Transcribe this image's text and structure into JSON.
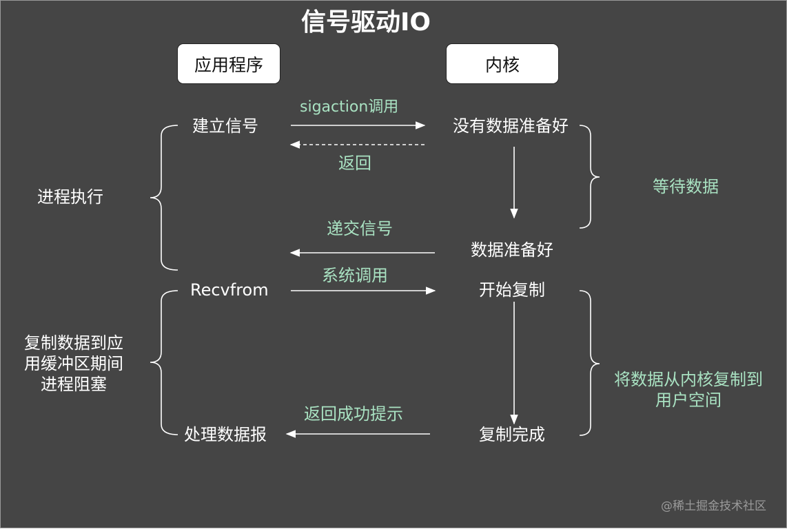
{
  "title": "信号驱动IO",
  "lanes": {
    "app": "应用程序",
    "kernel": "内核"
  },
  "app_steps": {
    "establish_signal": "建立信号",
    "recvfrom": "Recvfrom",
    "process_datagram": "处理数据报"
  },
  "kernel_steps": {
    "no_data_ready": "没有数据准备好",
    "data_ready": "数据准备好",
    "start_copy": "开始复制",
    "copy_done": "复制完成"
  },
  "arrows": {
    "sigaction_call": "sigaction调用",
    "return": "返回",
    "deliver_signal": "递交信号",
    "system_call": "系统调用",
    "return_success": "返回成功提示"
  },
  "phases": {
    "process_running": "进程执行",
    "blocked_line1": "复制数据到应",
    "blocked_line2": "用缓冲区期间",
    "blocked_line3": "进程阻塞",
    "wait_data": "等待数据",
    "copy_line1": "将数据从内核复制到",
    "copy_line2": "用户空间"
  },
  "watermark": "@稀土掘金技术社区",
  "colors": {
    "background": "#454545",
    "label_white": "#ffffff",
    "label_green": "#a9e2c2"
  }
}
